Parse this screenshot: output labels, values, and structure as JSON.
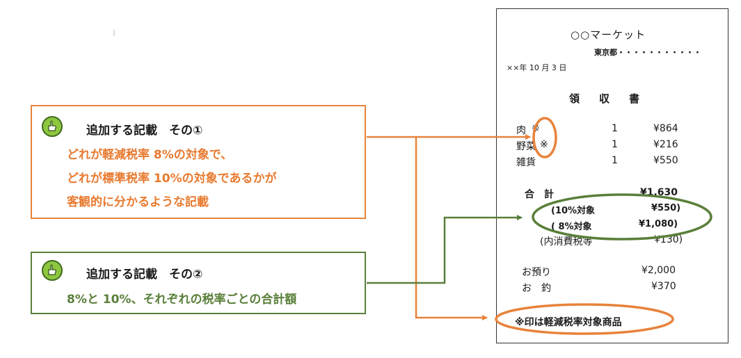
{
  "callout1": {
    "title": "追加する記載　その①",
    "lines": [
      "どれが軽減税率 8%の対象で、",
      "どれが標準税率 10%の対象であるかが",
      "客観的に分かるような記載"
    ]
  },
  "callout2": {
    "title": "追加する記載　その②",
    "lines": [
      "8%と 10%、それぞれの税率ごとの合計額"
    ]
  },
  "receipt": {
    "store": "○○マーケット",
    "address": "東京都・・・・・・・・・・・",
    "date": "××年 10 月 3 日",
    "title": "領収書",
    "items": [
      {
        "name": "肉",
        "mark": "※",
        "qty": "1",
        "price": "¥864"
      },
      {
        "name": "野菜",
        "mark": "※",
        "qty": "1",
        "price": "¥216"
      },
      {
        "name": "雑貨",
        "mark": "",
        "qty": "1",
        "price": "¥550"
      }
    ],
    "total_label": "合　計",
    "total_value": "¥1,630",
    "tax10_label": "(10%対象",
    "tax10_value": "¥550)",
    "tax8_label": "(  8%対象",
    "tax8_value": "¥1,080)",
    "consumption_label": "(内消費税等",
    "consumption_value": "¥130)",
    "deposit_label": "お預り",
    "deposit_value": "¥2,000",
    "change_label": "お　釣",
    "change_value": "¥370",
    "note": "※印は軽減税率対象商品"
  },
  "colors": {
    "orange": "#e8823a",
    "green": "#5a7f3a"
  }
}
